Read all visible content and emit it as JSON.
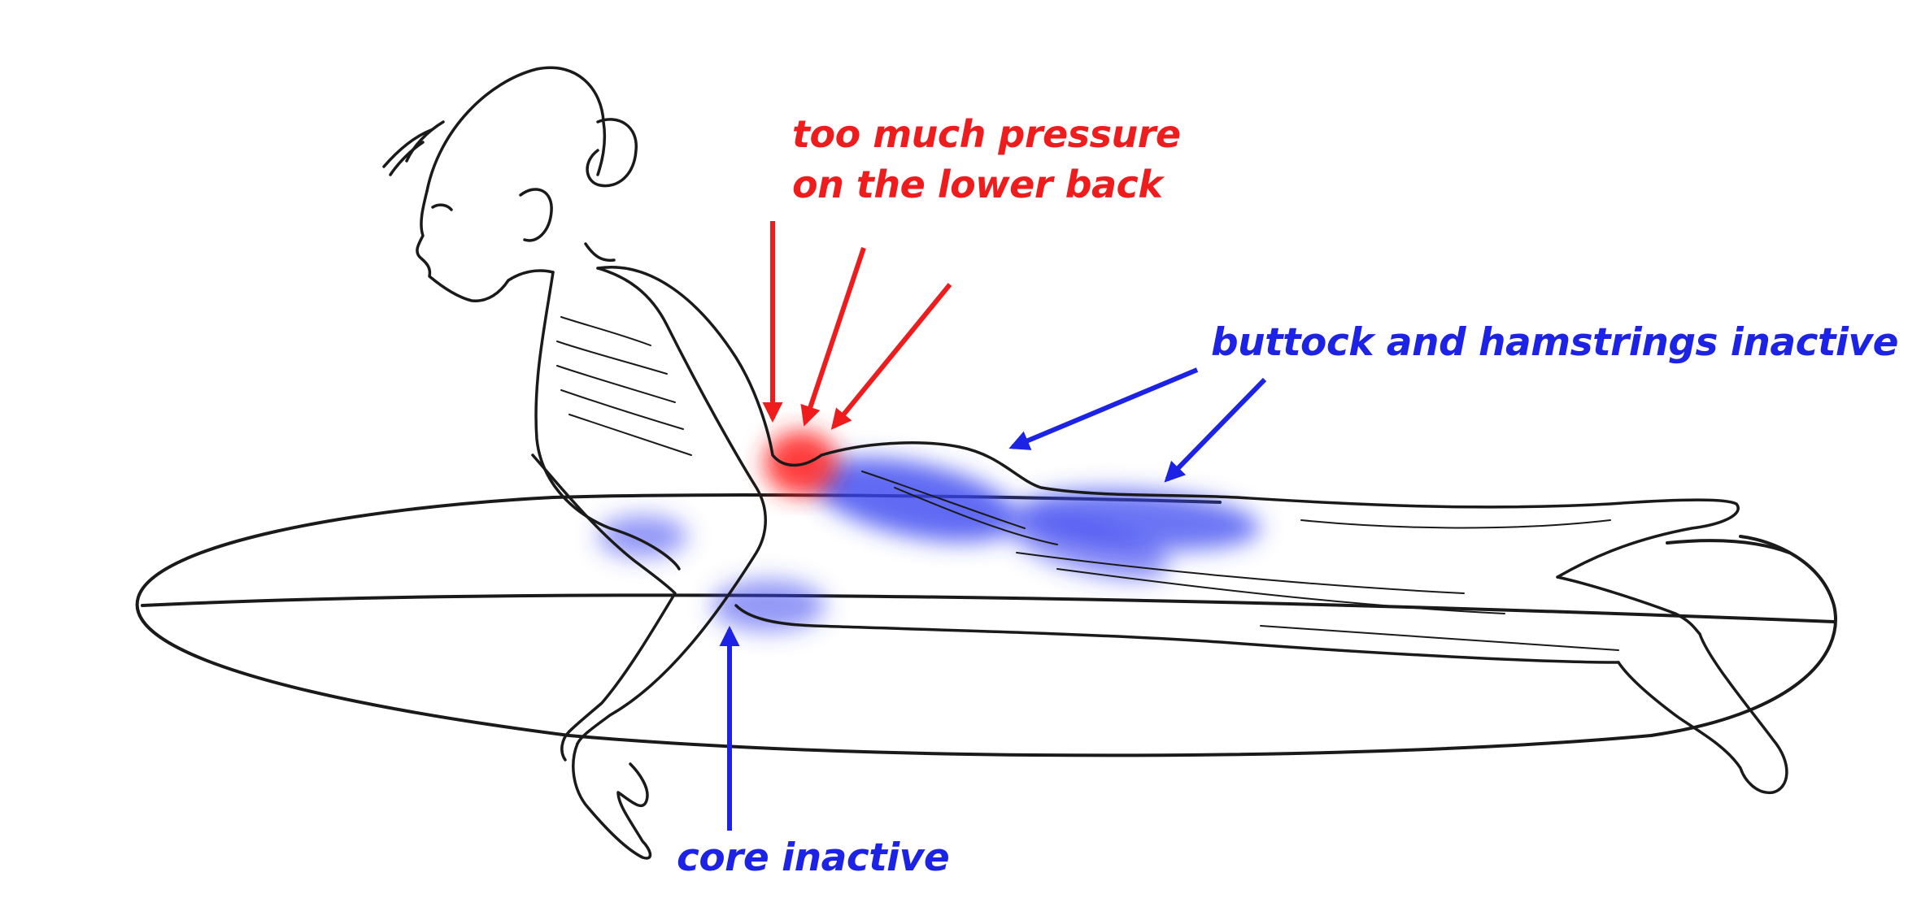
{
  "colors": {
    "red": "#ee1c1c",
    "blue": "#1c23e4",
    "ink": "#1a1a1a",
    "background": "#ffffff"
  },
  "labels": {
    "pressure_line1": "too much pressure",
    "pressure_line2": "on the lower back",
    "glutes": "buttock and hamstrings inactive",
    "core": "core inactive"
  }
}
